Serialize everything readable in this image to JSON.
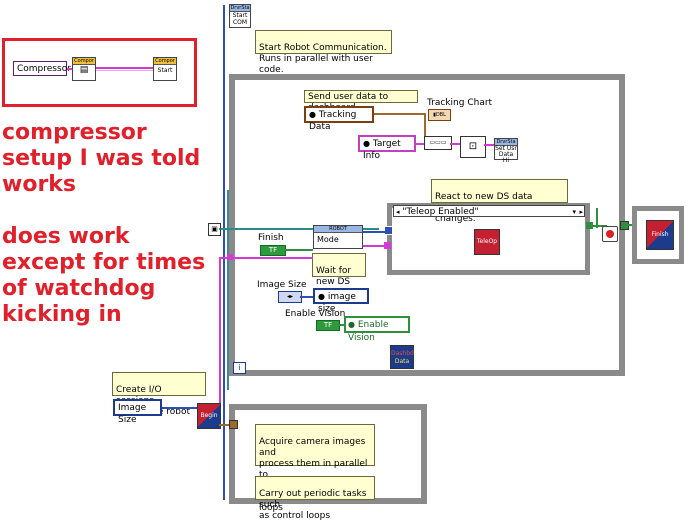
{
  "annotation": {
    "lines": [
      "compressor",
      "setup I was told",
      "works",
      "",
      "does work",
      "except for times",
      "of watchdog",
      "kicking in"
    ]
  },
  "compressor": {
    "control_label": "Compressor",
    "vi1_header": "Compor",
    "vi2_header": "Compor",
    "vi2_label": "Start"
  },
  "robot_comm": {
    "vi_header": "DrvrSta",
    "vi_line1": "Start",
    "vi_line2": "COM",
    "comment": "Start Robot Communication.\nRuns in parallel with user code."
  },
  "dashboard": {
    "comment": "Send user data to dashboard",
    "tracking_chart_label": "Tracking Chart",
    "tracking_data": "Tracking Data",
    "target_info": "Target Info",
    "set_user_data_line1": "DrvrSta",
    "set_user_data_line2": "Set Usr",
    "set_user_data_line3": "Data Hi"
  },
  "case": {
    "comment": "React to new DS data\nsuch as mode or joystick changes.",
    "selector": "\"Teleop Enabled\"",
    "teleop_label": "TeleOp"
  },
  "main_loop": {
    "finish_label": "Finish",
    "tf": "TF",
    "robot_header": "ROBOT",
    "robot_mode": "Mode",
    "wait_comment": "Wait for\nnew DS data.",
    "image_size_label": "Image Size",
    "image_size_indicator": "image size",
    "enable_vision_label": "Enable Vision",
    "enable_vision_indicator": "Enable Vision",
    "dashbd_line1": "Dashbd",
    "dashbd_line2": "Data",
    "iteration": "i",
    "finish_vi": "Finish"
  },
  "begin": {
    "comment": "Create I/O sessions\n& initialize robot",
    "image_size": "Image Size",
    "vi_label": "Begin"
  },
  "vision_loop": {
    "comment1": "Acquire camera images and\nprocess them in parallel to\navoid slowing down other\nloops",
    "comment2": "Carry out periodic tasks such\nas control loops"
  }
}
